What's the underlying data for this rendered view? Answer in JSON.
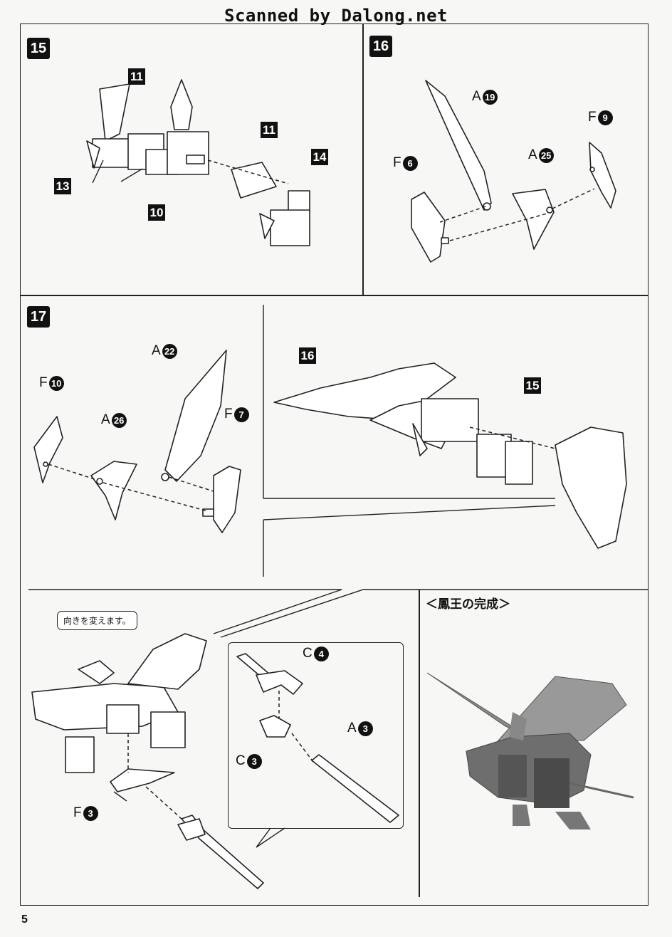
{
  "header": {
    "watermark": "Scanned by Dalong.net"
  },
  "page": {
    "number": "5"
  },
  "steps": {
    "s15": {
      "label": "15",
      "parts": {
        "p11a": "11",
        "p11b": "11",
        "p13": "13",
        "p10": "10",
        "p14": "14"
      }
    },
    "s16": {
      "label": "16",
      "parts": {
        "a19": {
          "letter": "A",
          "num": "19"
        },
        "f9": {
          "letter": "F",
          "num": "9"
        },
        "f6": {
          "letter": "F",
          "num": "6"
        },
        "a25": {
          "letter": "A",
          "num": "25"
        }
      }
    },
    "s17": {
      "label": "17",
      "parts": {
        "f10": {
          "letter": "F",
          "num": "10"
        },
        "a22": {
          "letter": "A",
          "num": "22"
        },
        "a26": {
          "letter": "A",
          "num": "26"
        },
        "f7": {
          "letter": "F",
          "num": "7"
        },
        "b16": "16",
        "b15": "15"
      }
    },
    "final": {
      "turn_note": "向きを変えます。",
      "f3": {
        "letter": "F",
        "num": "3"
      },
      "c4": {
        "letter": "C",
        "num": "4"
      },
      "c3": {
        "letter": "C",
        "num": "3"
      },
      "a3": {
        "letter": "A",
        "num": "3"
      },
      "completion_title": "＜鳳王の完成＞"
    }
  }
}
